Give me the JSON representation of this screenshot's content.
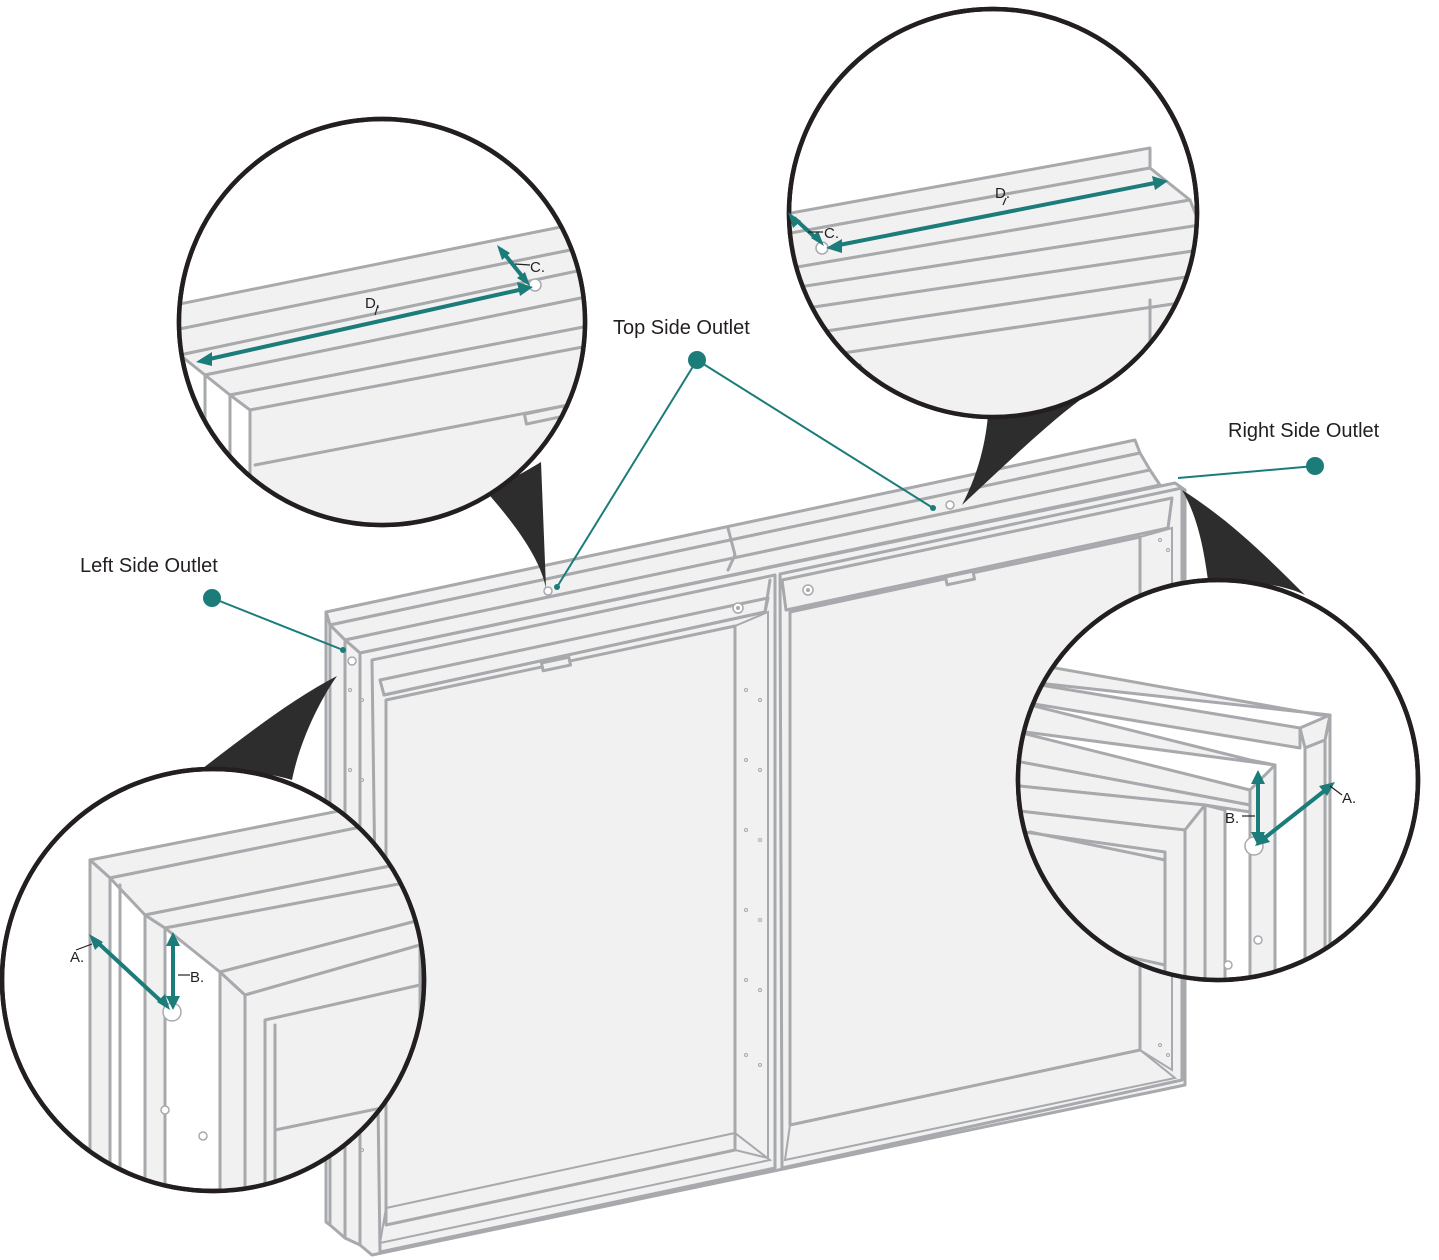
{
  "labels": {
    "left_outlet": "Left Side Outlet",
    "top_outlet": "Top Side Outlet",
    "right_outlet": "Right Side Outlet"
  },
  "dimensions": {
    "a": "A.",
    "b": "B.",
    "c": "C.",
    "d": "D."
  },
  "colors": {
    "accent": "#1b7c7a",
    "outline": "#a7a9ac",
    "magnifier": "#231f20"
  }
}
